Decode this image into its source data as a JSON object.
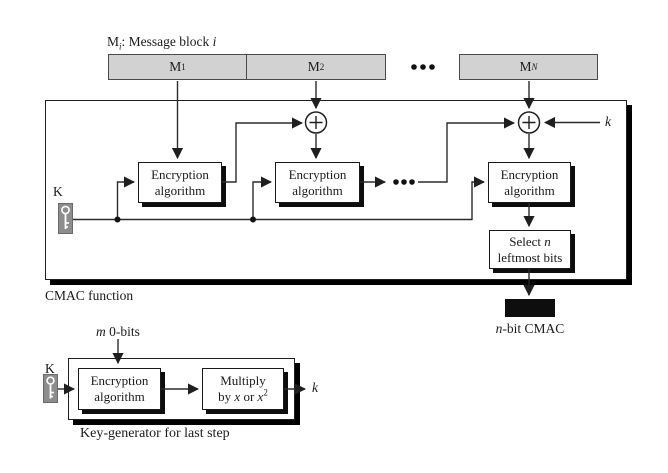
{
  "diagram_title_parts": {
    "base": "M",
    "sub": "i",
    "rest": ": Message block ",
    "tail": "i"
  },
  "message_blocks": [
    {
      "base": "M",
      "sub": "1"
    },
    {
      "base": "M",
      "sub": "2"
    },
    {
      "base": "M",
      "sub": "N"
    }
  ],
  "cmac_box": {
    "key_label": "K",
    "k_input_label": "k",
    "encryption_boxes": [
      {
        "line1": "Encryption",
        "line2": "algorithm"
      },
      {
        "line1": "Encryption",
        "line2": "algorithm"
      },
      {
        "line1": "Encryption",
        "line2": "algorithm"
      }
    ],
    "select_box": {
      "line1_pre": "Select ",
      "line1_it": "n",
      "line2": "leftmost bits"
    },
    "caption": "CMAC function"
  },
  "output_label": {
    "it": "n",
    "rest": "-bit CMAC"
  },
  "key_generator": {
    "m_bits": {
      "it": "m",
      "rest": " 0-bits"
    },
    "key_label": "K",
    "encryption_box": {
      "line1": "Encryption",
      "line2": "algorithm"
    },
    "multiply_box": {
      "line1": "Multiply",
      "line2_pre": "by ",
      "x1": "x",
      "mid": " or ",
      "x2": "x",
      "sup": "2"
    },
    "k_output_label": "k",
    "caption": "Key-generator for last step"
  },
  "colors": {
    "block_fill": "#d2d2d2",
    "box_border": "#1f1f1f",
    "shadow": "#000000",
    "line": "#2b2b2b",
    "key_icon_bg": "#8d8d8d",
    "output_fill": "#0e0e0e",
    "background": "#ffffff"
  }
}
